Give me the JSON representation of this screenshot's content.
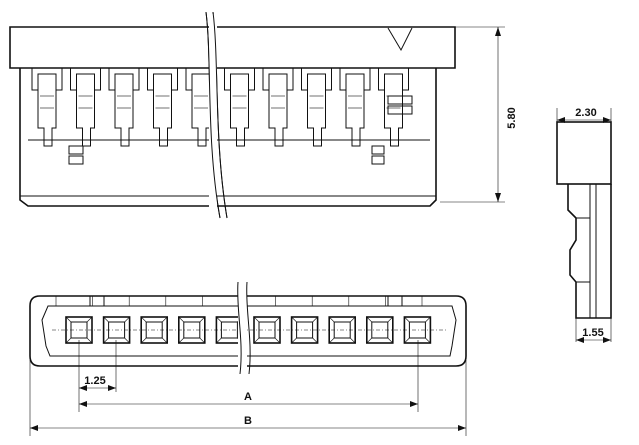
{
  "drawing": {
    "dimensions": {
      "height_front": "5.80",
      "width_side": "2.30",
      "thickness_side": "1.55",
      "pitch": "1.25",
      "dim_a": "A",
      "dim_b": "B"
    },
    "colors": {
      "line": "#111111",
      "background": "#ffffff"
    }
  }
}
